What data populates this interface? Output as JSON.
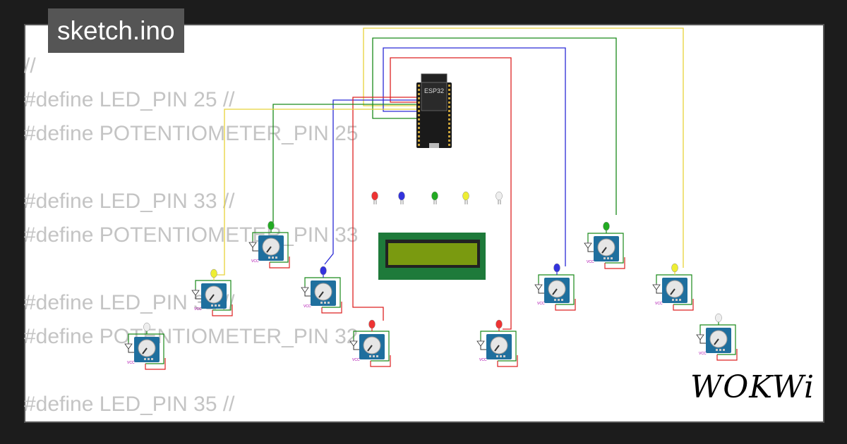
{
  "header": {
    "title": "sketch.ino"
  },
  "code": {
    "lines": [
      "//",
      "#define LED_PIN 25 //",
      "#define POTENTIOMETER_PIN 25",
      "",
      "#define LED_PIN 33 //",
      "#define POTENTIOMETER_PIN 33",
      "",
      "#define LED_PIN 32 //",
      "#define POTENTIOMETER_PIN 32",
      "",
      "#define LED_PIN 35 //"
    ]
  },
  "board": {
    "label": "ESP32"
  },
  "pot_pin_label": "VCC",
  "brand": {
    "logo_text": "WOKWi"
  },
  "colors": {
    "wire_red": "#dd2222",
    "wire_blue": "#2a2ad6",
    "wire_green": "#1a8a1a",
    "wire_yellow": "#e8d23a",
    "pot_body": "#1f6f9e",
    "lcd_screen": "#7a9a10",
    "lcd_board": "#1e7a3a",
    "esp_body": "#1a1a1a"
  },
  "leds_top_row": [
    "red",
    "blue",
    "green",
    "yellow",
    "white"
  ]
}
